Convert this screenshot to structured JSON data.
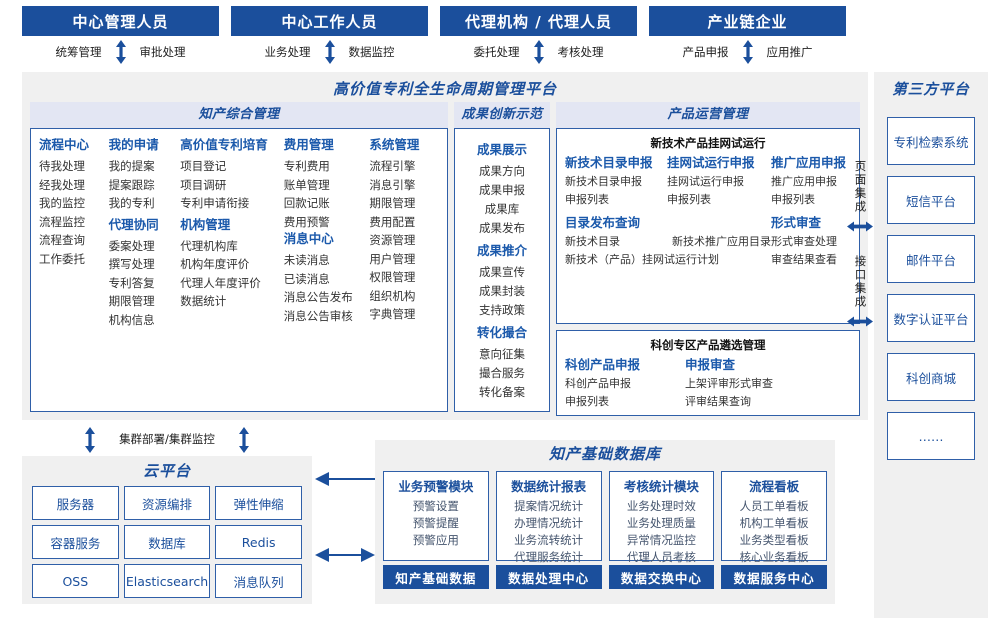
{
  "actors": [
    {
      "title": "中心管理人员",
      "left": "统筹管理",
      "right": "审批处理"
    },
    {
      "title": "中心工作人员",
      "left": "业务处理",
      "right": "数据监控"
    },
    {
      "title": "代理机构 / 代理人员",
      "left": "委托处理",
      "right": "考核处理"
    },
    {
      "title": "产业链企业",
      "left": "产品申报",
      "right": "应用推广"
    }
  ],
  "platform": {
    "title": "高价值专利全生命周期管理平台",
    "groups": {
      "zc": {
        "header": "知产综合管理",
        "columns": [
          {
            "blocks": [
              {
                "head": "流程中心",
                "items": [
                  "待我处理",
                  "经我处理",
                  "我的监控",
                  "流程监控",
                  "流程查询",
                  "工作委托"
                ]
              }
            ]
          },
          {
            "blocks": [
              {
                "head": "我的申请",
                "items": [
                  "我的提案",
                  "提案跟踪",
                  "我的专利"
                ]
              },
              {
                "head": "代理协同",
                "items": [
                  "委案处理",
                  "撰写处理",
                  "专利答复",
                  "期限管理",
                  "机构信息"
                ]
              }
            ]
          },
          {
            "blocks": [
              {
                "head": "高价值专利培育",
                "items": [
                  "项目登记",
                  "项目调研",
                  "专利申请衔接"
                ]
              },
              {
                "head": "机构管理",
                "items": [
                  "代理机构库",
                  "机构年度评价",
                  "代理人年度评价",
                  "数据统计"
                ]
              }
            ]
          },
          {
            "blocks": [
              {
                "head": "费用管理",
                "items": [
                  "专利费用",
                  "账单管理",
                  "回款记账",
                  "费用预警"
                ]
              },
              {
                "head": "消息中心",
                "items": [
                  "未读消息",
                  "已读消息",
                  "消息公告发布",
                  "消息公告审核"
                ]
              }
            ]
          },
          {
            "blocks": [
              {
                "head": "系统管理",
                "items": [
                  "流程引擎",
                  "消息引擎",
                  "期限管理",
                  "费用配置",
                  "资源管理",
                  "用户管理",
                  "权限管理",
                  "组织机构",
                  "字典管理"
                ]
              }
            ]
          }
        ]
      },
      "cg": {
        "header": "成果创新示范",
        "blocks": [
          {
            "head": "成果展示",
            "items": [
              "成果方向",
              "成果申报",
              "成果库",
              "成果发布"
            ]
          },
          {
            "head": "成果推介",
            "items": [
              "成果宣传",
              "成果封装",
              "支持政策"
            ]
          },
          {
            "head": "转化撮合",
            "items": [
              "意向征集",
              "撮合服务",
              "转化备案"
            ]
          }
        ]
      },
      "cp": {
        "header": "产品运营管理",
        "box1": {
          "title": "新技术产品挂网试运行",
          "row1": [
            {
              "head": "新技术目录申报",
              "items": [
                "新技术目录申报",
                "申报列表"
              ]
            },
            {
              "head": "挂网试运行申报",
              "items": [
                "挂网试运行申报",
                "申报列表"
              ]
            },
            {
              "head": "推广应用申报",
              "items": [
                "推广应用申报",
                "申报列表"
              ]
            }
          ],
          "row2_left": {
            "head": "目录发布查询",
            "items_a": [
              "新技术目录"
            ],
            "items_b": [
              "新技术推广应用目录"
            ],
            "items_c": [
              "新技术（产品）挂网试运行计划"
            ]
          },
          "row2_right": {
            "head": "形式审查",
            "items": [
              "形式审查处理",
              "审查结果查看"
            ]
          }
        },
        "box2": {
          "title": "科创专区产品遴选管理",
          "cols": [
            {
              "head": "科创产品申报",
              "items": [
                "科创产品申报",
                "申报列表"
              ]
            },
            {
              "head": "申报审查",
              "items": [
                "上架评审形式审查",
                "评审结果查询"
              ]
            }
          ]
        }
      }
    }
  },
  "integration": [
    "页面集成",
    "接口集成"
  ],
  "third_party": {
    "title": "第三方平台",
    "items": [
      "专利检索系统",
      "短信平台",
      "邮件平台",
      "数字认证平台",
      "科创商城",
      "……"
    ]
  },
  "cluster": {
    "label": "集群部署/集群监控"
  },
  "cloud": {
    "title": "云平台",
    "items": [
      "服务器",
      "资源编排",
      "弹性伸缩",
      "容器服务",
      "数据库",
      "Redis",
      "OSS",
      "Elasticsearch",
      "消息队列"
    ]
  },
  "database": {
    "title": "知产基础数据库",
    "columns": [
      {
        "head": "业务预警模块",
        "items": [
          "预警设置",
          "预警提醒",
          "预警应用"
        ],
        "foot": "知产基础数据"
      },
      {
        "head": "数据统计报表",
        "items": [
          "提案情况统计",
          "办理情况统计",
          "业务流转统计",
          "代理服务统计"
        ],
        "foot": "数据处理中心"
      },
      {
        "head": "考核统计模块",
        "items": [
          "业务处理时效",
          "业务处理质量",
          "异常情况监控",
          "代理人员考核"
        ],
        "foot": "数据交换中心"
      },
      {
        "head": "流程看板",
        "items": [
          "人员工单看板",
          "机构工单看板",
          "业务类型看板",
          "核心业务看板"
        ],
        "foot": "数据服务中心"
      }
    ]
  },
  "colors": {
    "primary": "#1b4f9c",
    "border": "#2f5fa8",
    "panel": "#f0f0f0",
    "group_header": "#e3e6f3"
  }
}
